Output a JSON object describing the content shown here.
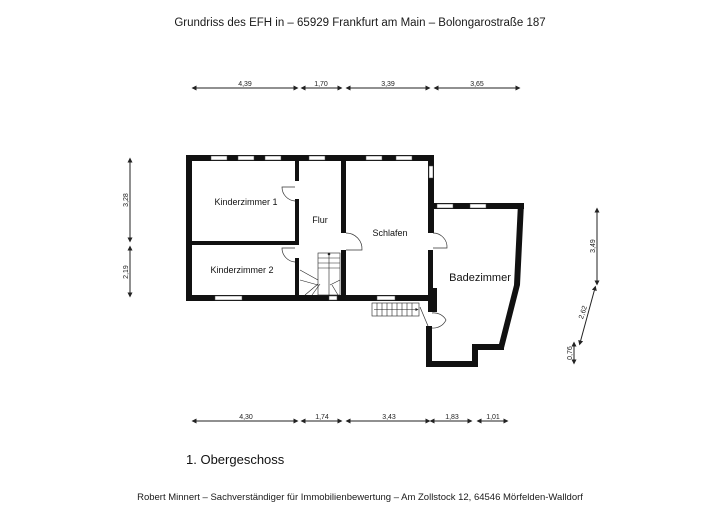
{
  "header": {
    "title": "Grundriss des EFH in – 65929 Frankfurt am Main – Bolongarostraße 187"
  },
  "floor": {
    "label": "1. Obergeschoss"
  },
  "footer": {
    "text": "Robert Minnert – Sachverständiger für Immobilienbewertung – Am Zollstock 12, 64546 Mörfelden-Walldorf"
  },
  "rooms": {
    "kinderzimmer1": "Kinderzimmer 1",
    "kinderzimmer2": "Kinderzimmer 2",
    "flur": "Flur",
    "schlafen": "Schlafen",
    "badezimmer": "Badezimmer"
  },
  "dimensions": {
    "top": [
      "4,39",
      "1,70",
      "3,39",
      "3,65"
    ],
    "bottom": [
      "4,30",
      "1,74",
      "3,43",
      "1,83",
      "1,01"
    ],
    "left": [
      "3,28",
      "2,19"
    ],
    "right": [
      "3,49",
      "2,62",
      "0,76"
    ]
  },
  "colors": {
    "wall": "#111111",
    "window": "#ffffff",
    "line": "#222222"
  }
}
